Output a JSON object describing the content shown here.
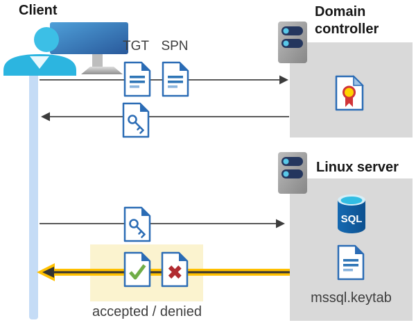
{
  "diagram": {
    "client": {
      "label": "Client"
    },
    "domain_controller": {
      "label": "Domain controller"
    },
    "linux_server": {
      "label": "Linux server",
      "database_label": "SQL",
      "keytab_label": "mssql.keytab"
    },
    "tickets": {
      "tgt": "TGT",
      "spn": "SPN"
    },
    "result_label": "accepted / denied",
    "icons": {
      "client": "client-computer-user-icon",
      "server": "server-icon",
      "certificate": "certificate-document-icon",
      "ticket": "text-document-icon",
      "key": "key-document-icon",
      "database": "sql-database-icon",
      "accepted": "check-document-icon",
      "denied": "cross-document-icon"
    },
    "colors": {
      "doc_blue": "#2b6cb5",
      "box_gray": "#d9d9d9",
      "highlight_yellow_box": "#fbf3cf",
      "arrow_yellow": "#ffc000",
      "arrow_gray": "#595959",
      "lifeline_blue": "#c5dcf6",
      "check_green": "#70ad47",
      "cross_red": "#b02b30",
      "sql_blue": "#1065ab",
      "server_pill_navy": "#24365e",
      "cyan_accent": "#35bee3"
    }
  }
}
